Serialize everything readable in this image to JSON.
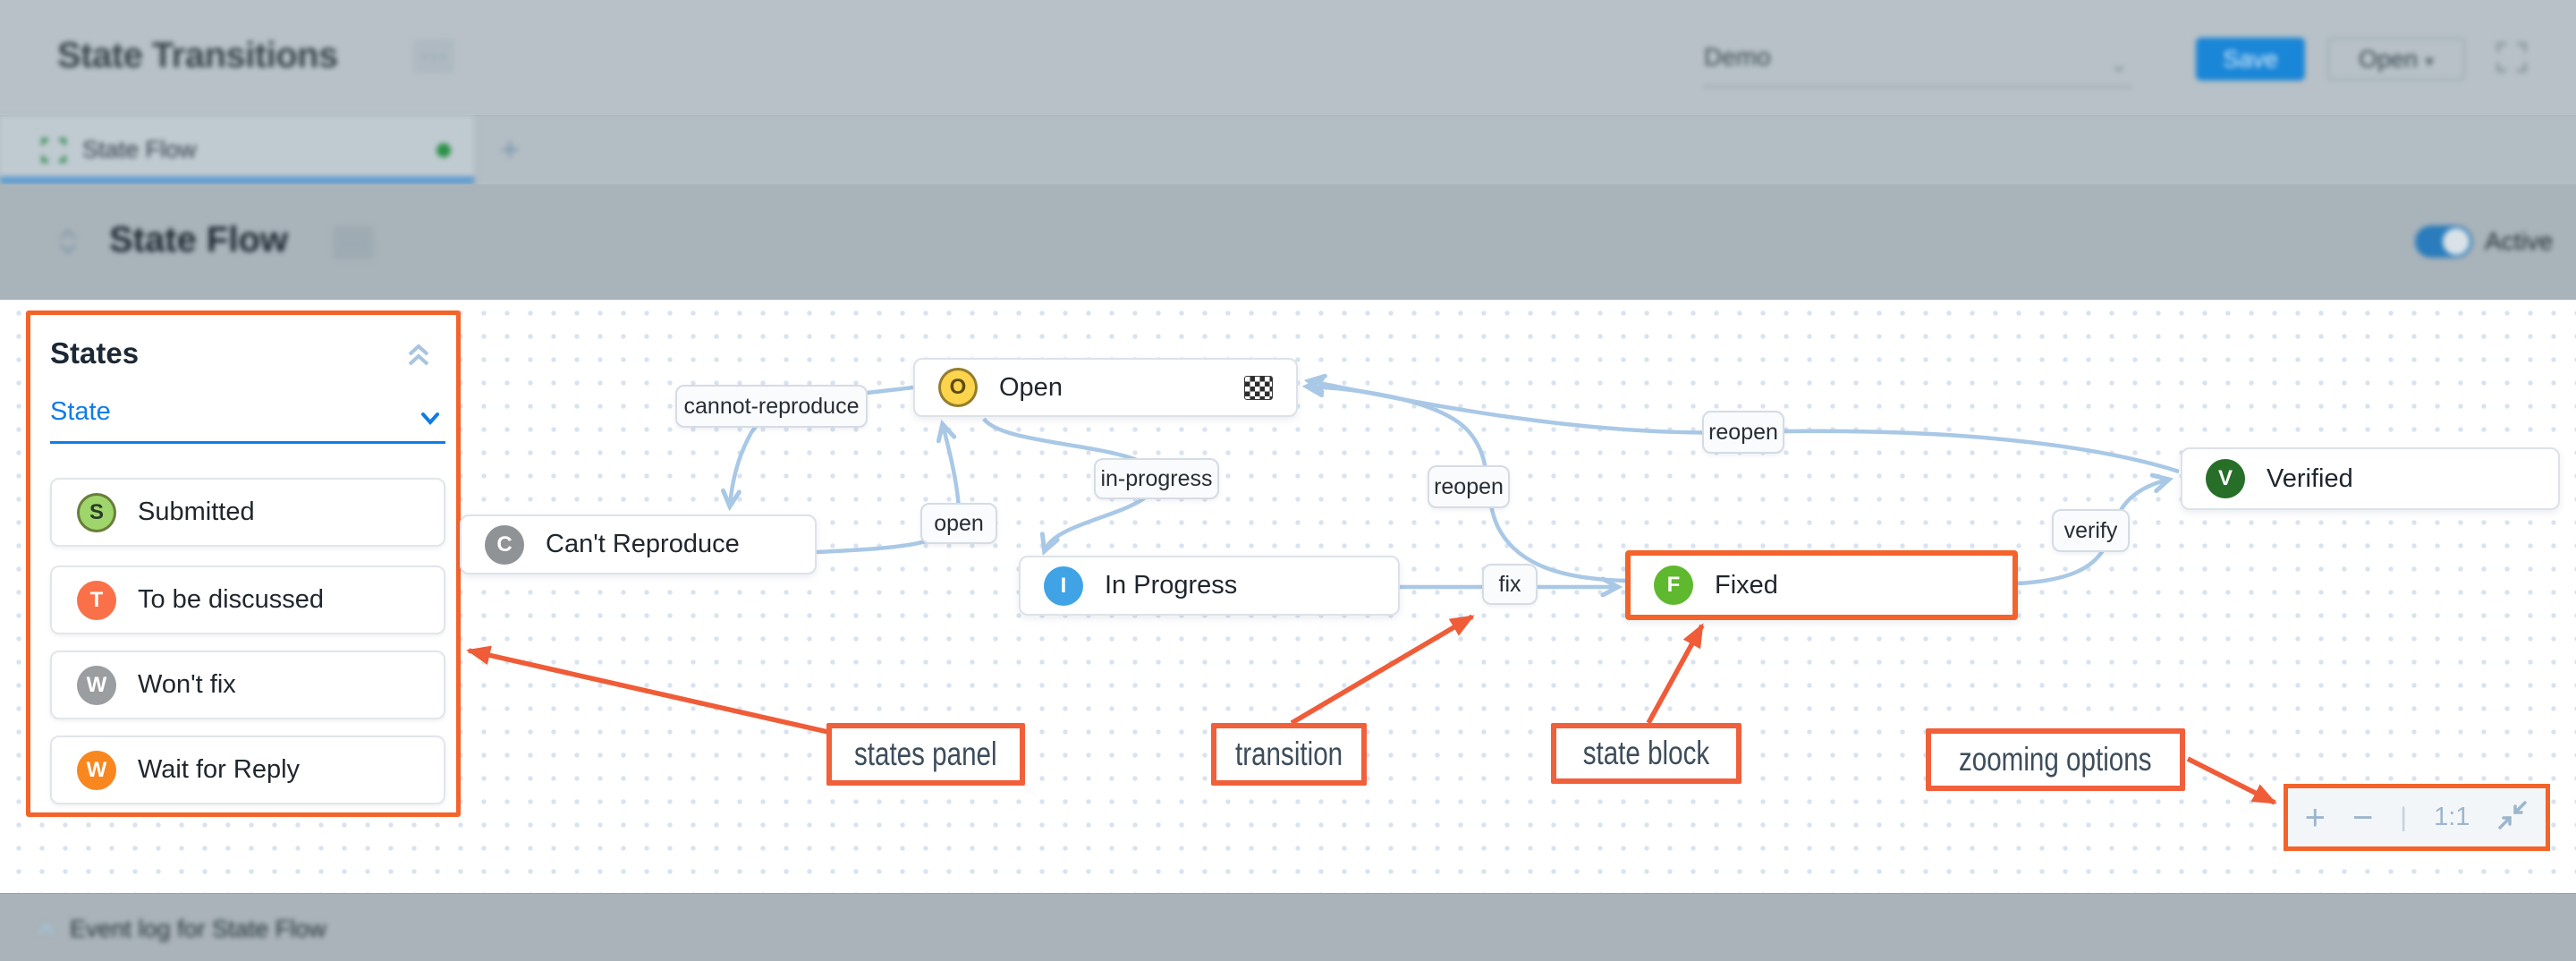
{
  "header": {
    "title": "State Transitions",
    "more": "⋯",
    "project": {
      "value": "Demo"
    },
    "save_label": "Save",
    "open_label": "Open",
    "open_chevron": "▾",
    "select_chevron": "⌄"
  },
  "tab_bar": {
    "tabs": [
      {
        "label": "State Flow"
      }
    ],
    "add_label": "+"
  },
  "section_header": {
    "title": "State Flow",
    "more": "⋯",
    "toggle_label": "Active"
  },
  "states_panel": {
    "title": "States",
    "type_select": {
      "value": "State"
    },
    "items": [
      {
        "letter": "S",
        "label": "Submitted",
        "color": "#9fd66b",
        "text_color": "#2a3a2a"
      },
      {
        "letter": "T",
        "label": "To be discussed",
        "color": "#fa7048",
        "text_color": "#ffffff"
      },
      {
        "letter": "W",
        "label": "Won't fix",
        "color": "#9b9ea1",
        "text_color": "#ffffff"
      },
      {
        "letter": "W",
        "label": "Wait for Reply",
        "color": "#f8871f",
        "text_color": "#ffffff"
      }
    ]
  },
  "diagram": {
    "states": [
      {
        "letter": "O",
        "label": "Open",
        "color": "#ffd44d",
        "text_color": "#5b4d12",
        "initial": true
      },
      {
        "letter": "C",
        "label": "Can't Reproduce",
        "color": "#909396",
        "text_color": "#ffffff"
      },
      {
        "letter": "I",
        "label": "In Progress",
        "color": "#3fa3e6",
        "text_color": "#ffffff"
      },
      {
        "letter": "F",
        "label": "Fixed",
        "color": "#5eb92e",
        "text_color": "#ffffff",
        "highlighted": true
      },
      {
        "letter": "V",
        "label": "Verified",
        "color": "#276e29",
        "text_color": "#ffffff"
      }
    ],
    "transitions": [
      {
        "label": "cannot-reproduce"
      },
      {
        "label": "open"
      },
      {
        "label": "in-progress"
      },
      {
        "label": "fix"
      },
      {
        "label": "reopen"
      },
      {
        "label": "reopen"
      },
      {
        "label": "verify"
      }
    ]
  },
  "annotations": [
    {
      "label": "states panel"
    },
    {
      "label": "transition"
    },
    {
      "label": "state block"
    },
    {
      "label": "zooming options"
    }
  ],
  "zoom_controls": {
    "zoom_in": "+",
    "zoom_out": "−",
    "divider": "|",
    "actual_size": "1:1"
  },
  "footer": {
    "label": "Event log for State Flow"
  },
  "colors": {
    "accent_blue": "#0f7ce8",
    "edge_blue": "#a9c8e6",
    "highlight_orange": "#f4632a",
    "annotation_orange": "#f0603a",
    "save_button_blue": "#1a86d7",
    "active_toggle_blue": "#2a7cbc",
    "tab_green": "#2f8c4c"
  }
}
